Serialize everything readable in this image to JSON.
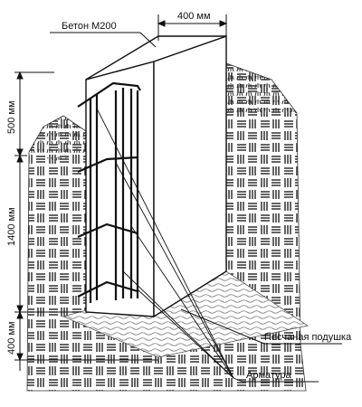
{
  "labels": {
    "concrete": "Бетон М200",
    "width": "400 мм",
    "depth_top": "500 мм",
    "depth_middle": "1400 мм",
    "depth_bottom": "400 мм",
    "sand_cushion": "Песчаная подушка",
    "rebar": "Арматура"
  }
}
